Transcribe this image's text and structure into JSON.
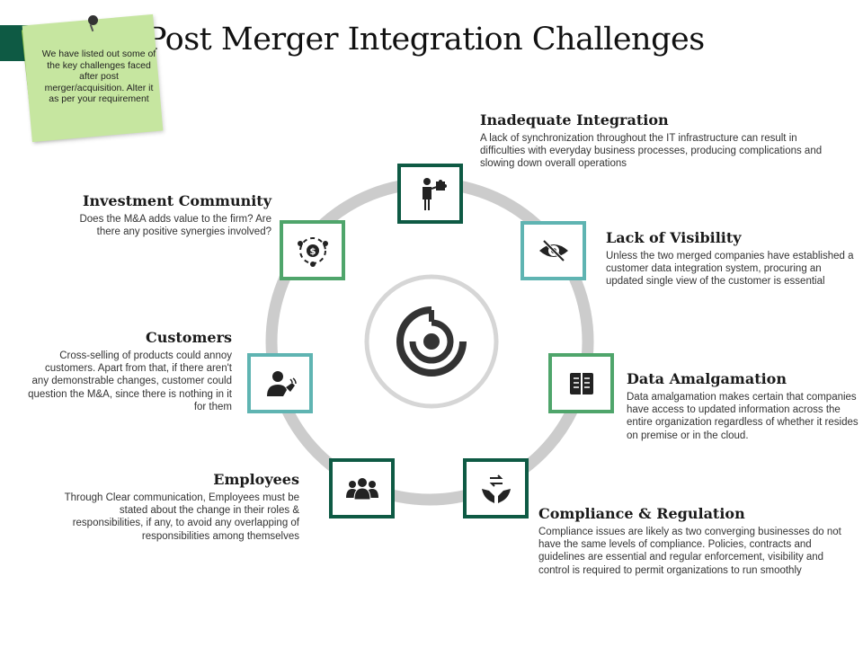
{
  "title": "Post Merger Integration Challenges",
  "sticky_note": "We have listed out some of the key challenges faced after post merger/acquisition. Alter it as per your requirement",
  "center_icon": "target-maze-icon",
  "colors": {
    "dark": "#0e5a44",
    "green": "#4fa56b",
    "teal": "#5fb4b2",
    "ring": "#cccccc",
    "sticky": "#c6e6a0"
  },
  "items": [
    {
      "id": "inadequate-integration",
      "icon": "businessman-puzzle-icon",
      "heading": "Inadequate Integration",
      "text": "A lack of synchronization throughout the IT infrastructure can result in difficulties with everyday business processes, producing complications and slowing down overall operations"
    },
    {
      "id": "lack-of-visibility",
      "icon": "eye-slash-icon",
      "heading": "Lack of Visibility",
      "text": "Unless the two merged companies have established a customer data integration system, procuring an updated single view of the customer is essential"
    },
    {
      "id": "data-amalgamation",
      "icon": "data-book-icon",
      "heading": "Data Amalgamation",
      "text": "Data amalgamation makes certain that companies have access to updated information across the entire organization regardless of whether it resides on premise or in the cloud."
    },
    {
      "id": "compliance-regulation",
      "icon": "hands-exchange-icon",
      "heading": "Compliance & Regulation",
      "text": "Compliance issues are likely as two converging businesses do not have the same levels of compliance. Policies, contracts and guidelines are essential and regular enforcement, visibility and control is required to permit organizations to run smoothly"
    },
    {
      "id": "employees",
      "icon": "team-group-icon",
      "heading": "Employees",
      "text": "Through Clear communication, Employees must be stated about the change in their roles & responsibilities, if any, to avoid any overlapping of responsibilities among themselves"
    },
    {
      "id": "customers",
      "icon": "customer-support-icon",
      "heading": "Customers",
      "text": "Cross-selling of products could annoy customers. Apart from that, if there aren't any demonstrable changes, customer could question the M&A, since there is nothing in it for them"
    },
    {
      "id": "investment-community",
      "icon": "investment-network-icon",
      "heading": "Investment Community",
      "text": "Does the M&A adds value to the firm? Are there any positive synergies involved?"
    }
  ]
}
